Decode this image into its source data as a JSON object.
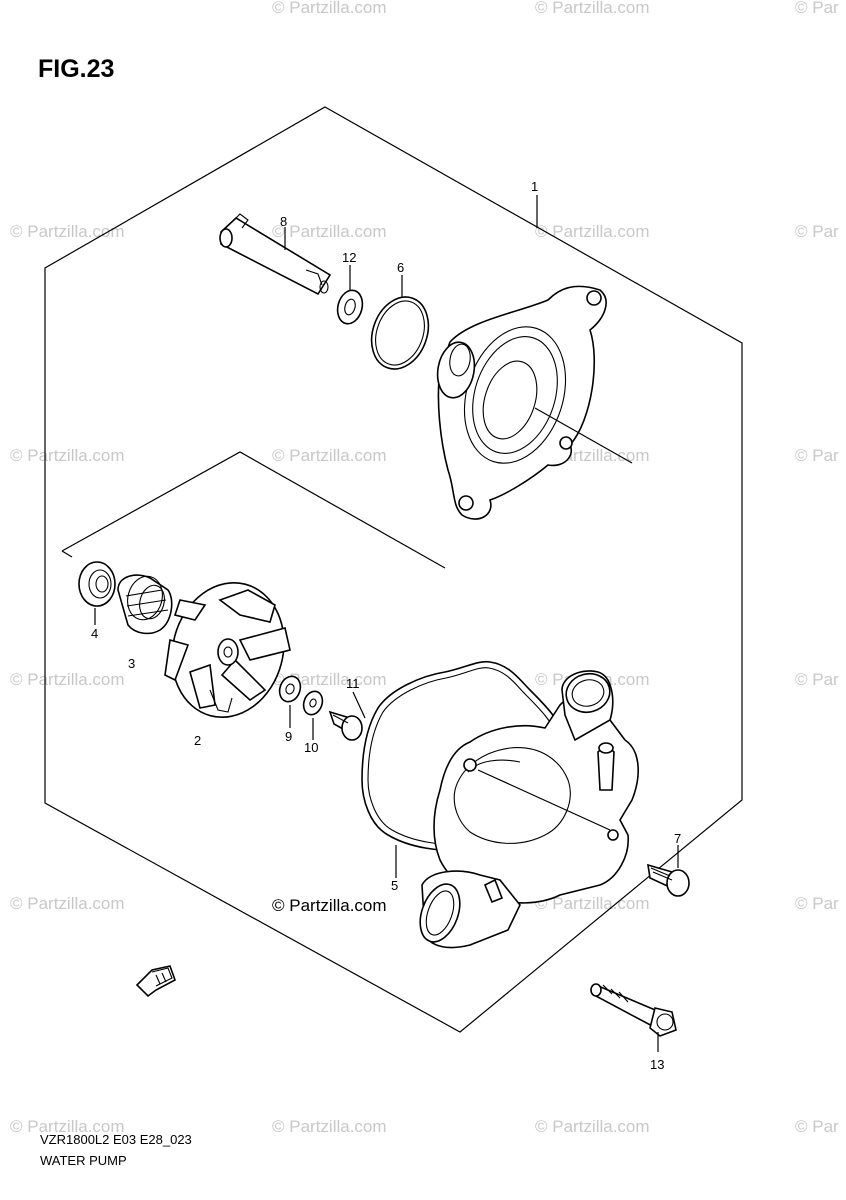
{
  "figure": {
    "title": "FIG.23"
  },
  "footer": {
    "model_code": "VZR1800L2 E03 E28_023",
    "section_name": "WATER PUMP"
  },
  "watermark": {
    "repeat_text": "© Partzilla.com",
    "edge_text": "© Par",
    "center_text": "© Partzilla.com",
    "color": "#c8c8c8"
  },
  "callouts": {
    "c1": "1",
    "c2": "2",
    "c3": "3",
    "c4": "4",
    "c5": "5",
    "c6": "6",
    "c7": "7",
    "c8": "8",
    "c9": "9",
    "c10": "10",
    "c11": "11",
    "c12": "12",
    "c13": "13"
  },
  "icons": {
    "front_arrow": "front-direction-arrow-icon"
  }
}
